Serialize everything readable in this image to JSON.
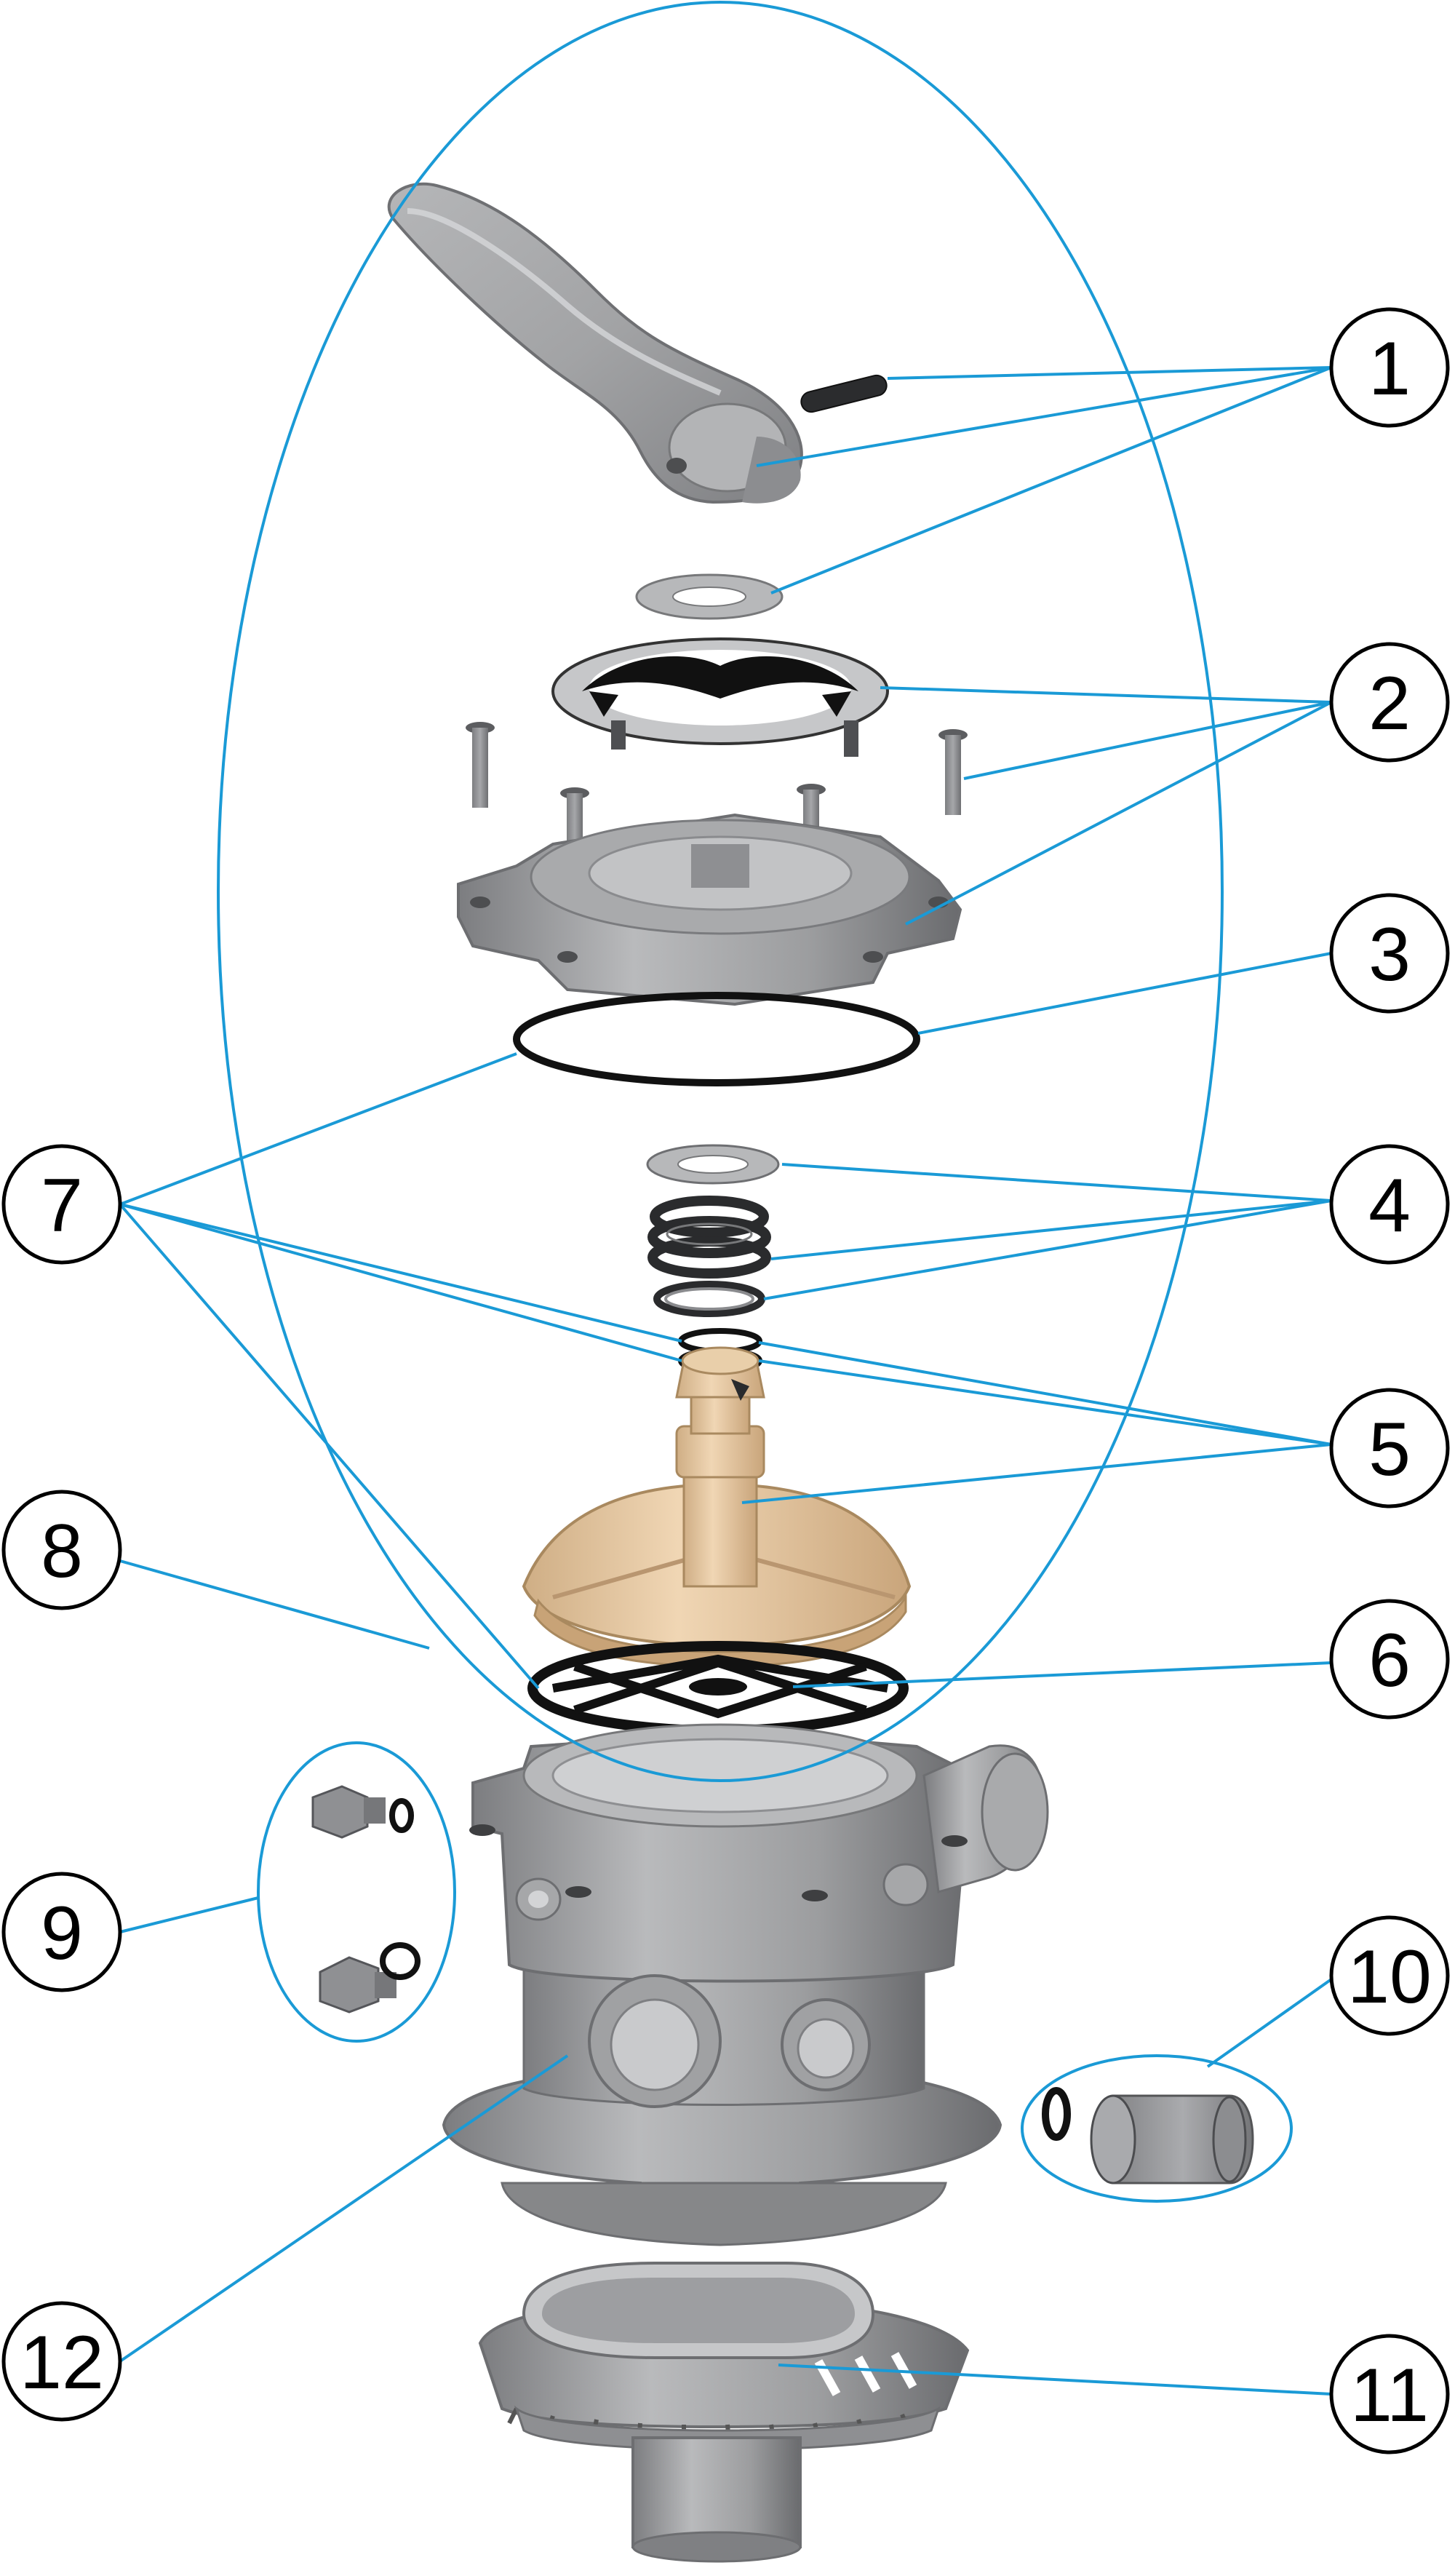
{
  "colors": {
    "leader": "#1a9ad6",
    "part_grey": "#9a9b9d",
    "part_dark": "#5d5e60",
    "part_light": "#c9cacb",
    "part_tan": "#e3c49d",
    "gasket": "#111111"
  },
  "callouts": [
    {
      "id": "c1",
      "label": "1"
    },
    {
      "id": "c2",
      "label": "2"
    },
    {
      "id": "c3",
      "label": "3"
    },
    {
      "id": "c4",
      "label": "4"
    },
    {
      "id": "c5",
      "label": "5"
    },
    {
      "id": "c6",
      "label": "6"
    },
    {
      "id": "c7",
      "label": "7"
    },
    {
      "id": "c8",
      "label": "8"
    },
    {
      "id": "c9",
      "label": "9"
    },
    {
      "id": "c10",
      "label": "10"
    },
    {
      "id": "c11",
      "label": "11"
    },
    {
      "id": "c12",
      "label": "12"
    }
  ]
}
